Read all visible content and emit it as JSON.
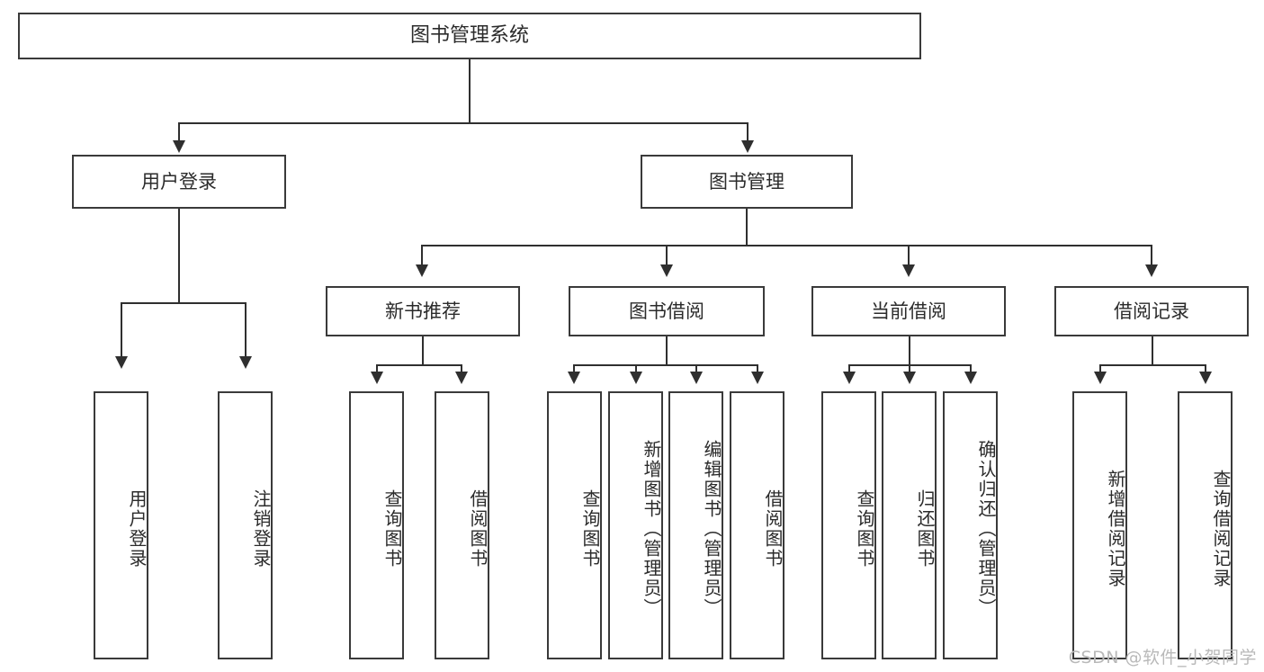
{
  "diagram": {
    "title": "图书管理系统",
    "watermark": "CSDN @软件_小贺同学"
  },
  "root": {
    "label": "图书管理系统"
  },
  "level1": [
    {
      "label": "用户登录"
    },
    {
      "label": "图书管理"
    }
  ],
  "level2": [
    {
      "label": "新书推荐"
    },
    {
      "label": "图书借阅"
    },
    {
      "label": "当前借阅"
    },
    {
      "label": "借阅记录"
    }
  ],
  "leaves": {
    "user_login": [
      {
        "label": "用户登录"
      },
      {
        "label": "注销登录"
      }
    ],
    "new_book_recommend": [
      {
        "label": "查询图书"
      },
      {
        "label": "借阅图书"
      }
    ],
    "book_borrow": [
      {
        "label": "查询图书"
      },
      {
        "label": "新增图书（管理员）"
      },
      {
        "label": "编辑图书（管理员）"
      },
      {
        "label": "借阅图书"
      }
    ],
    "current_borrow": [
      {
        "label": "查询图书"
      },
      {
        "label": "归还图书"
      },
      {
        "label": "确认归还（管理员）"
      }
    ],
    "borrow_record": [
      {
        "label": "新增借阅记录"
      },
      {
        "label": "查询借阅记录"
      }
    ]
  },
  "colors": {
    "border": "#3a3a3a",
    "line": "#2f2f2f",
    "text": "#2b2b2b",
    "background": "#ffffff",
    "watermark": "#b9b9b9"
  }
}
